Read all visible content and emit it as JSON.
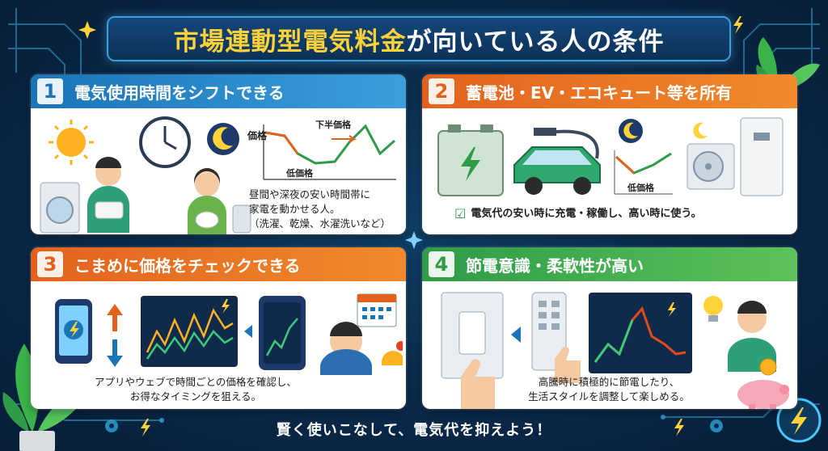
{
  "title": {
    "highlight": "市場連動型電気料金",
    "rest": "が向いている人の条件"
  },
  "cards": [
    {
      "number": "1",
      "title": "電気使用時間をシフトできる",
      "chart_labels": {
        "price": "価格",
        "high": "下半価格",
        "low": "低価格"
      },
      "text_lines": [
        "昼間や深夜の安い時間帯に",
        "家電を動かせる人。",
        "（洗濯、乾燥、水濯洗いなど）"
      ]
    },
    {
      "number": "2",
      "title": "蓄電池・EV・エコキュート等を所有",
      "chart_labels": {
        "low": "低価格"
      },
      "text": "電気代の安い時に充電・稼働し、高い時に使う。"
    },
    {
      "number": "3",
      "title": "こまめに価格をチェックできる",
      "text_lines": [
        "アプリやウェブで時間ごとの価格を確認し、",
        "お得なタイミングを狙える。"
      ]
    },
    {
      "number": "4",
      "title": "節電意識・柔軟性が高い",
      "text_lines": [
        "高騰時に積極的に節電したり、",
        "生活スタイルを調整して楽しめる。"
      ]
    }
  ],
  "footer": "賢く使いこなして、電気代を抑えよう！",
  "colors": {
    "background": "#0a2a4a",
    "title_highlight": "#ffd23a",
    "card1": "#1a74b8",
    "card2": "#e2621d",
    "card3": "#e2621d",
    "card4": "#2f9b48",
    "price_up": "#e2621d",
    "price_down": "#2f9b48"
  },
  "icons": [
    "sun-icon",
    "moon-icon",
    "clock-icon",
    "washing-machine-icon",
    "battery-icon",
    "ev-car-icon",
    "plug-icon",
    "heat-pump-icon",
    "calendar-icon",
    "bell-icon",
    "smartphone-icon",
    "light-switch-icon",
    "remote-control-icon",
    "lightbulb-icon",
    "piggy-bank-icon",
    "lightning-icon",
    "plant-icon",
    "gear-icon"
  ]
}
